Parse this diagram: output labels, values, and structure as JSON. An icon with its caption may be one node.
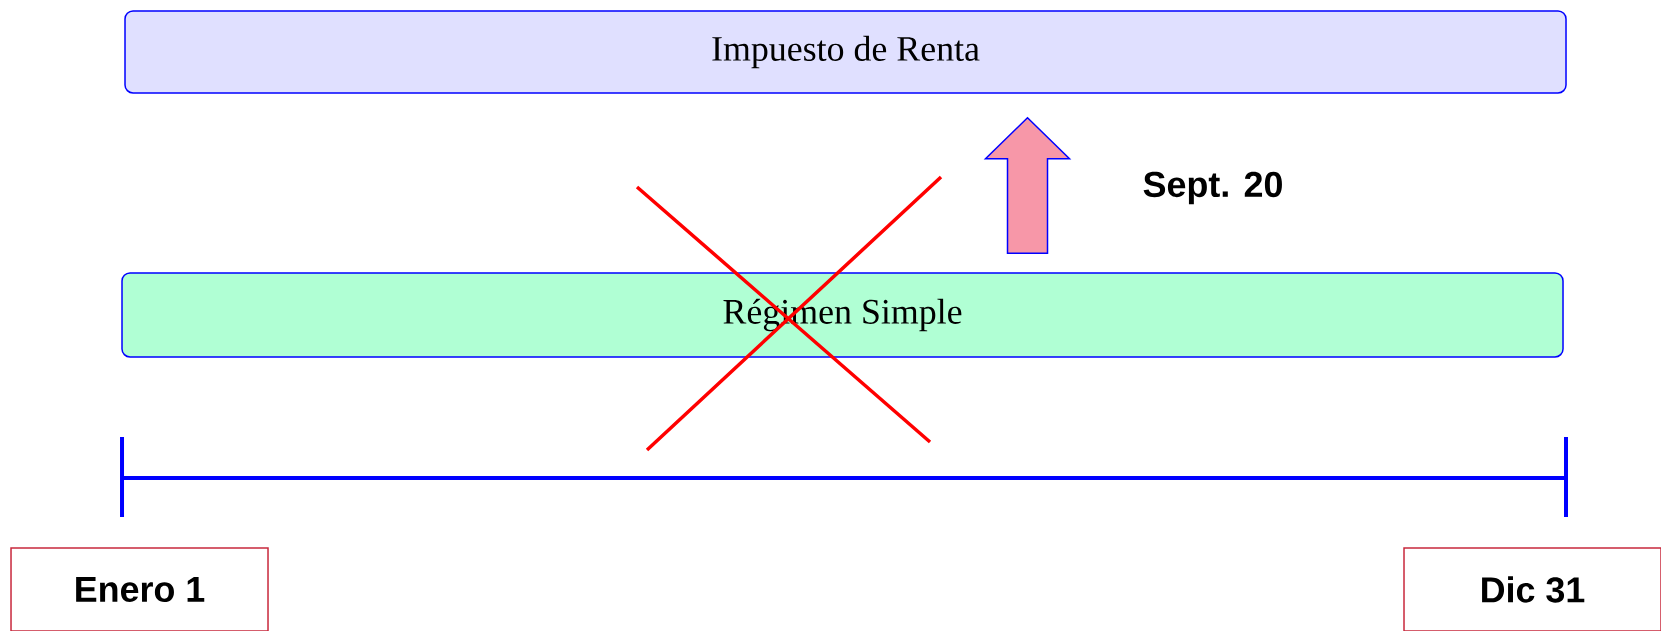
{
  "diagram": {
    "nodes": [
      {
        "text": [
          "Impuesto de Renta"
        ]
      },
      {
        "text": [
          "Régimen Simple"
        ]
      },
      {
        "text": [
          "Enero 1"
        ]
      },
      {
        "text": [
          "Dic 31"
        ]
      }
    ],
    "edges": [
      {
        "from": 1,
        "to": 0,
        "arrow": "to",
        "label": "Sept. 20"
      }
    ]
  }
}
